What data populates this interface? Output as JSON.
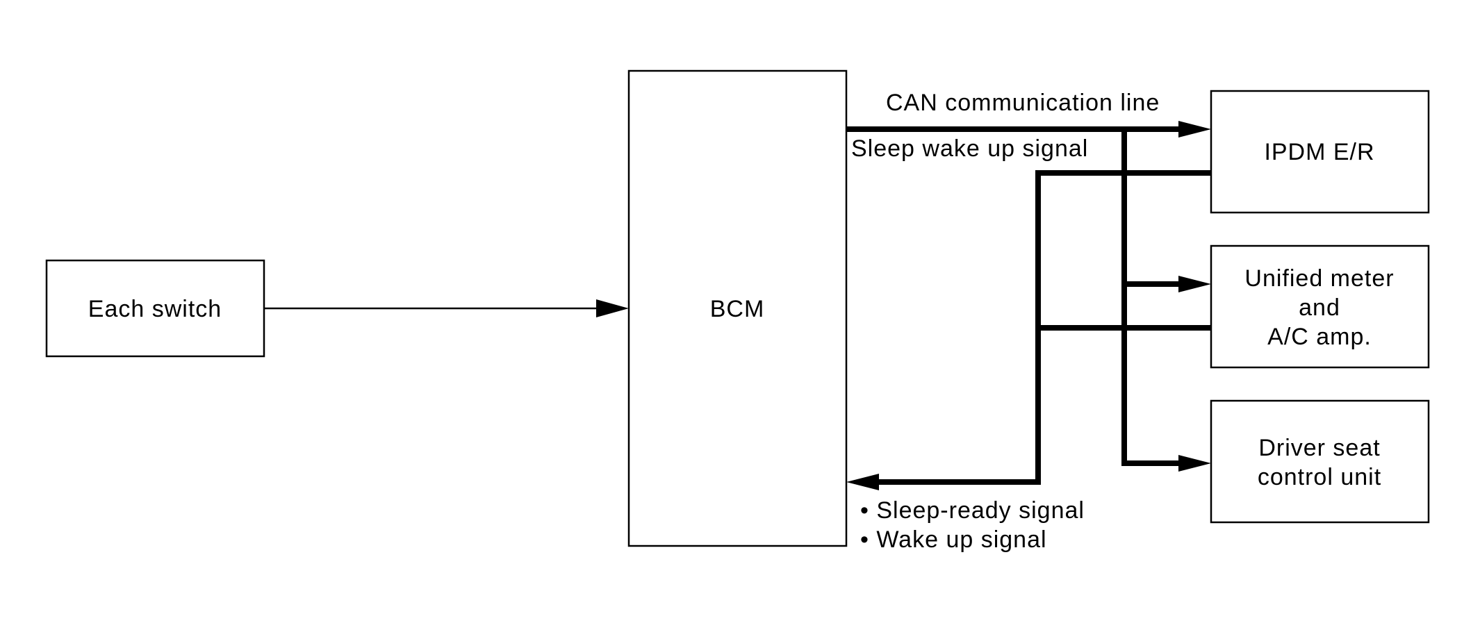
{
  "nodes": {
    "each_switch": {
      "label": "Each switch"
    },
    "bcm": {
      "label": "BCM"
    },
    "ipdm": {
      "label": "IPDM E/R"
    },
    "meter": {
      "lines": [
        "Unified meter",
        "and",
        "A/C amp."
      ]
    },
    "driver_seat": {
      "lines": [
        "Driver seat",
        "control unit"
      ]
    }
  },
  "labels": {
    "can_line": "CAN communication line",
    "sleep_wake": "Sleep wake up signal",
    "sleep_ready": "• Sleep-ready signal",
    "wake_up": "• Wake up signal"
  },
  "colors": {
    "line": "#000000",
    "background": "#ffffff"
  }
}
